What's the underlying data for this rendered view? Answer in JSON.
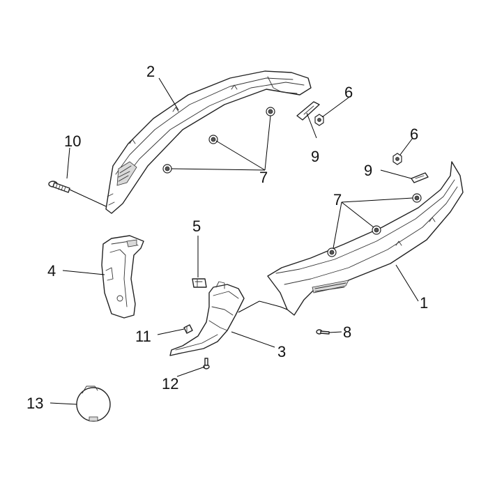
{
  "diagram": {
    "callouts": {
      "c1": "1",
      "c2": "2",
      "c3": "3",
      "c4": "4",
      "c5": "5",
      "c6a": "6",
      "c6b": "6",
      "c7a": "7",
      "c7b": "7",
      "c8": "8",
      "c9a": "9",
      "c9b": "9",
      "c10": "10",
      "c11": "11",
      "c12": "12",
      "c13": "13"
    }
  }
}
